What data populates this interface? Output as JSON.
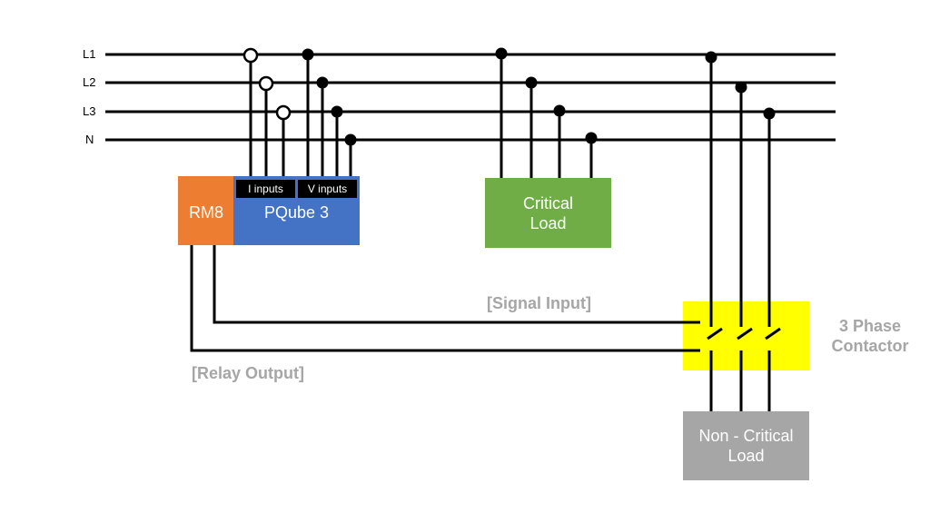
{
  "lines": {
    "l1": "L1",
    "l2": "L2",
    "l3": "L3",
    "n": "N"
  },
  "rm8": {
    "label": "RM8",
    "color": "#ed7d31"
  },
  "pqube": {
    "label": "PQube 3",
    "color": "#4472c4",
    "i_inputs": "I inputs",
    "v_inputs": "V inputs"
  },
  "critical_load": {
    "label": "Critical\nLoad",
    "color": "#70ad47"
  },
  "contactor": {
    "label": "3 Phase\nContactor",
    "color": "#ffff00"
  },
  "non_critical_load": {
    "label": "Non - Critical\nLoad",
    "color": "#a6a6a6"
  },
  "signals": {
    "signal_input": "[Signal Input]",
    "relay_output": "[Relay Output]"
  }
}
